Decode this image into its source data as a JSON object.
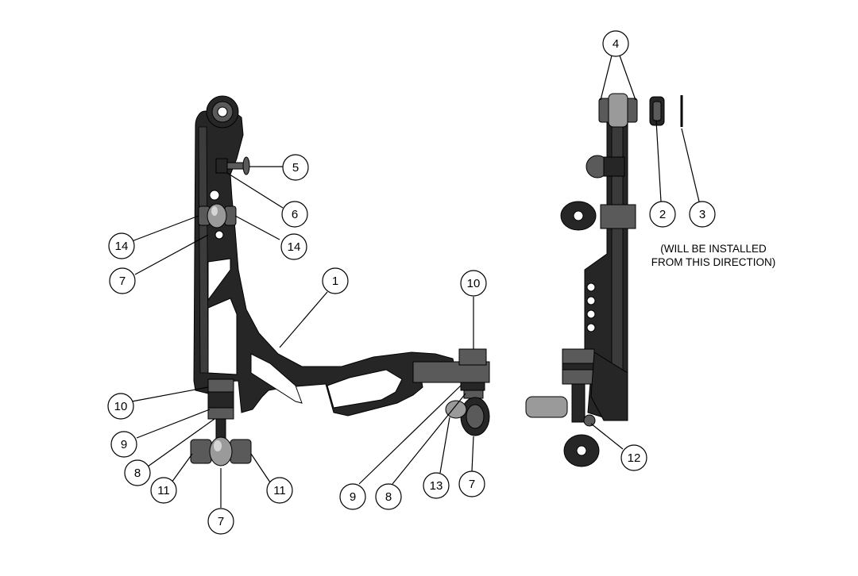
{
  "callouts": [
    {
      "id": "c1",
      "number": "1"
    },
    {
      "id": "c2",
      "number": "2"
    },
    {
      "id": "c3",
      "number": "3"
    },
    {
      "id": "c4",
      "number": "4"
    },
    {
      "id": "c5",
      "number": "5"
    },
    {
      "id": "c6",
      "number": "6"
    },
    {
      "id": "c7a",
      "number": "7"
    },
    {
      "id": "c7b",
      "number": "7"
    },
    {
      "id": "c7c",
      "number": "7"
    },
    {
      "id": "c8a",
      "number": "8"
    },
    {
      "id": "c8b",
      "number": "8"
    },
    {
      "id": "c9a",
      "number": "9"
    },
    {
      "id": "c9b",
      "number": "9"
    },
    {
      "id": "c10a",
      "number": "10"
    },
    {
      "id": "c10b",
      "number": "10"
    },
    {
      "id": "c11a",
      "number": "11"
    },
    {
      "id": "c11b",
      "number": "11"
    },
    {
      "id": "c12",
      "number": "12"
    },
    {
      "id": "c13",
      "number": "13"
    },
    {
      "id": "c14a",
      "number": "14"
    },
    {
      "id": "c14b",
      "number": "14"
    }
  ],
  "note": {
    "line1": "(WILL BE INSTALLED",
    "line2": "FROM THIS DIRECTION)"
  }
}
